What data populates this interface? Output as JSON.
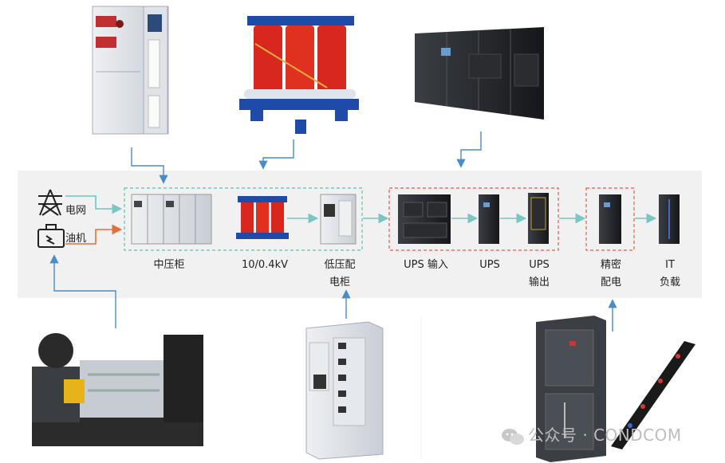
{
  "sources": {
    "grid": "电网",
    "generator": "油机"
  },
  "stages": [
    {
      "id": "mv",
      "label": "中压柜"
    },
    {
      "id": "tr",
      "label": "10/0.4kV"
    },
    {
      "id": "lv",
      "label": "低压配\n电柜"
    },
    {
      "id": "upsin",
      "label": "UPS 输入"
    },
    {
      "id": "ups",
      "label": "UPS"
    },
    {
      "id": "upsout",
      "label": "UPS\n输出"
    },
    {
      "id": "pdu",
      "label": "精密\n配电"
    },
    {
      "id": "it",
      "label": "IT\n负载"
    }
  ],
  "watermark": "公众号 · CONDCOM",
  "colors": {
    "arrow_blue": "#4a8bc9",
    "arrow_teal": "#79c6c3",
    "grid_line": "#66c9c0",
    "gen_line": "#e0713a",
    "box_teal": "#57c3b8",
    "box_red": "#e55a4a"
  }
}
